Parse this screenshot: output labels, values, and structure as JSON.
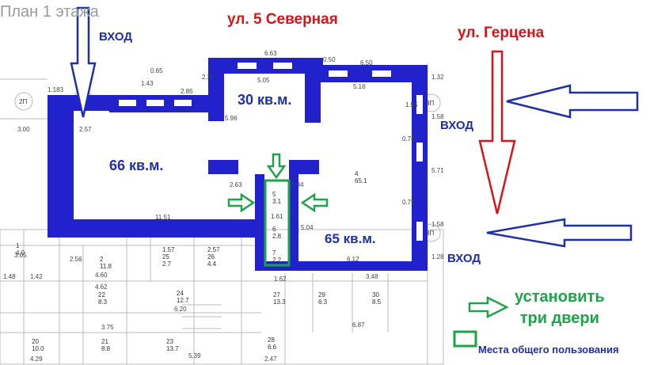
{
  "title": "План 1 этажа",
  "streets": {
    "north": "ул. 5 Северная",
    "east": "ул. Герцена"
  },
  "entrances": {
    "label": "ВХОД"
  },
  "areas": {
    "a66": "66 кв.м.",
    "a30": "30 кв.м.",
    "a65": "65 кв.м."
  },
  "legend": {
    "doors": "установить\nтри двери",
    "common": "Места общего пользования"
  },
  "dimensions": [
    "6.63",
    "6.50",
    "5.05",
    "5.16",
    "0.50",
    "2.20",
    "0.65",
    "2.85",
    "1.43",
    "1.183",
    "3.00",
    "2.57",
    "5.96",
    "1.32",
    "1.95",
    "1.58",
    "0.78",
    "5.71",
    "0.75",
    "1.58",
    "1.28",
    "2.63",
    "0.94",
    "11.51",
    "5.04",
    "6.12",
    "1.61",
    "3.05",
    "4.60",
    "4.62",
    "6.20",
    "3.75",
    "5.39",
    "6.87",
    "3.48",
    "2.56",
    "1.62",
    "2.47",
    "4.29",
    "1.42",
    "1.48"
  ],
  "room_marks": [
    "2П",
    "3П",
    "3П",
    "1\n4.0",
    "4\n65.1",
    "5\n3.1",
    "6\n2.8",
    "7\n2.2",
    "2\n11.8",
    "1.57\n25\n2.7",
    "2.57\n26\n4.4",
    "22\n8.3",
    "24\n12.7",
    "20\n10.0",
    "21\n8.8",
    "23\n13.7",
    "27\n13.3",
    "28\n6.6",
    "29\n6.3",
    "30\n8.5"
  ],
  "colors": {
    "wall": "#2222cc",
    "entry_arrow": "#1f2fa8",
    "street_arrow": "#d7141a",
    "door_arrow": "#1fa34a",
    "common_box": "#1fa34a"
  }
}
